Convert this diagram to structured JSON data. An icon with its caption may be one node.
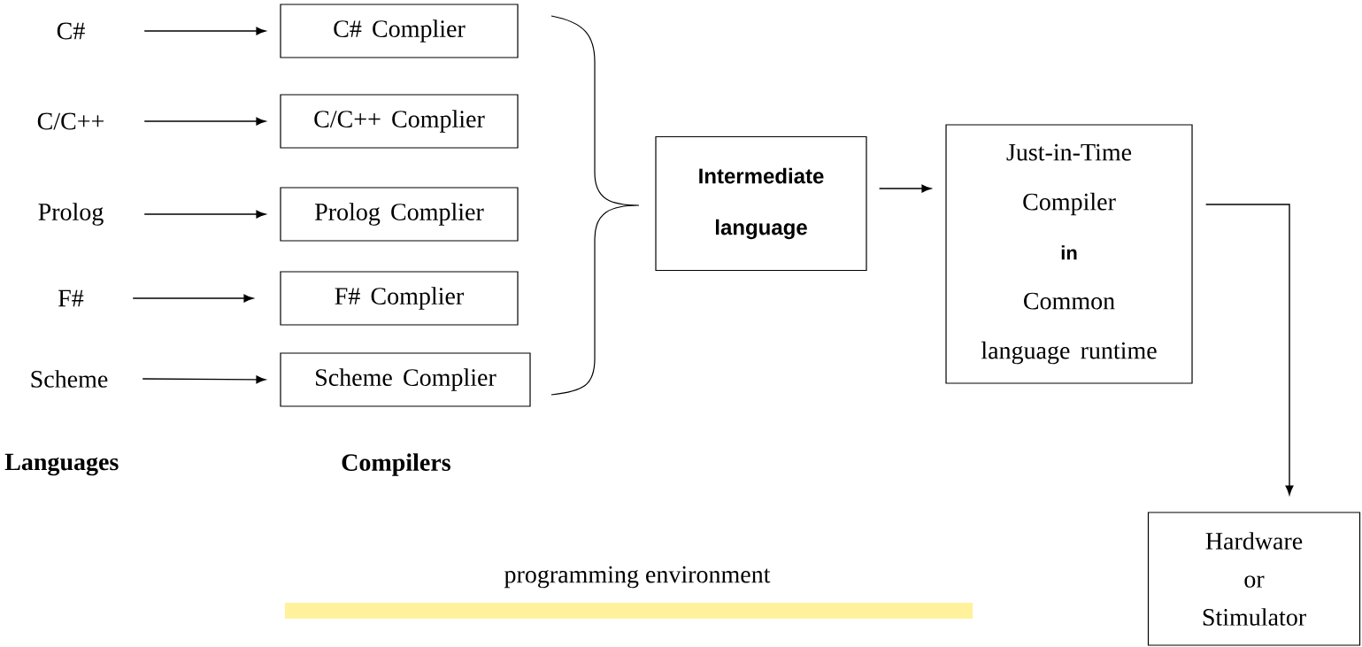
{
  "diagram": {
    "nodes": [
      {
        "text": [
          "C#"
        ]
      },
      {
        "text": [
          "C# Complier"
        ]
      },
      {
        "text": [
          "C/C++"
        ]
      },
      {
        "text": [
          "C/C++ Complier"
        ]
      },
      {
        "text": [
          "Prolog"
        ]
      },
      {
        "text": [
          "Prolog Complier"
        ]
      },
      {
        "text": [
          "F#"
        ]
      },
      {
        "text": [
          "F# Complier"
        ]
      },
      {
        "text": [
          "Scheme"
        ]
      },
      {
        "text": [
          "Scheme Complier"
        ]
      },
      {
        "text": [
          "Intermediate language"
        ]
      },
      {
        "text": [
          "Just-in-Time Compiler",
          "in",
          "Common language runtime"
        ]
      },
      {
        "text": [
          "Hardware or Stimulator"
        ]
      }
    ],
    "edges": [
      {
        "from": 0,
        "to": 1,
        "arrow": "to"
      },
      {
        "from": 2,
        "to": 3,
        "arrow": "to"
      },
      {
        "from": 4,
        "to": 5,
        "arrow": "to"
      },
      {
        "from": 6,
        "to": 7,
        "arrow": "to"
      },
      {
        "from": 8,
        "to": 9,
        "arrow": "to"
      },
      {
        "from": 10,
        "to": 11,
        "arrow": "to"
      },
      {
        "from": 11,
        "to": 12,
        "arrow": "to"
      }
    ],
    "labels": [
      "Languages",
      "Compilers",
      "programming environment"
    ]
  }
}
